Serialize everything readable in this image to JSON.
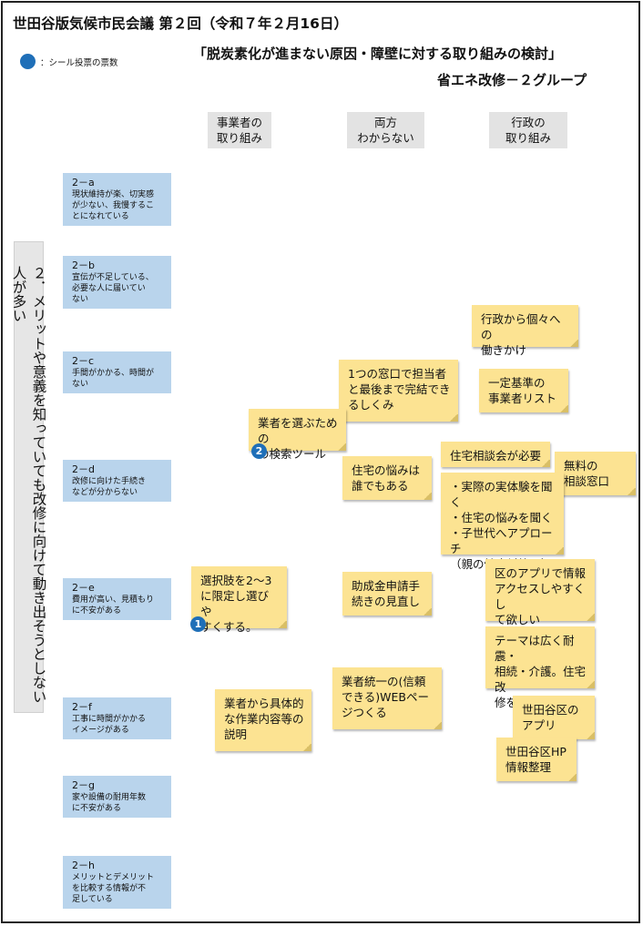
{
  "header": {
    "title": "世田谷版気候市民会議 第２回（令和７年２月16日）",
    "subtitle": "「脱炭素化が進まない原因・障壁に対する取り組みの検討」",
    "group": "省エネ改修－２グループ"
  },
  "legend": {
    "label": "：シール投票の票数"
  },
  "columns": [
    {
      "label": "事業者の\n取り組み"
    },
    {
      "label": "両方\nわからない"
    },
    {
      "label": "行政の\n取り組み"
    }
  ],
  "theme": {
    "label": "２．メリットや意義を知っていても改修に向けて動き出そうとしない人が多い"
  },
  "issues": [
    {
      "code": "2－a",
      "text": "現状維持が楽、切実感\nが少ない、我慢するこ\nとになれている"
    },
    {
      "code": "2－b",
      "text": "宣伝が不足している、\n必要な人に届いてい\nない"
    },
    {
      "code": "2－c",
      "text": "手間がかかる、時間が\nない"
    },
    {
      "code": "2－d",
      "text": "改修に向けた手続き\nなどが分からない"
    },
    {
      "code": "2－e",
      "text": "費用が高い、見積もり\nに不安がある"
    },
    {
      "code": "2－f",
      "text": "工事に時間がかかる\nイメージがある"
    },
    {
      "code": "2－g",
      "text": "家や設備の耐用年数\nに不安がある"
    },
    {
      "code": "2－h",
      "text": "メリットとデメリット\nを比較する情報が不\n足している"
    }
  ],
  "notes": [
    {
      "text": "行政から個々への\n働きかけ"
    },
    {
      "text": "1つの窓口で担当者\nと最後まで完結でき\nるしくみ"
    },
    {
      "text": "一定基準の\n事業者リスト"
    },
    {
      "text": "業者を選ぶための\nの検索ツール"
    },
    {
      "text": "住宅相談会が必要"
    },
    {
      "text": "住宅の悩みは\n誰でもある"
    },
    {
      "text": "無料の\n相談窓口"
    },
    {
      "text": "・実際の実体験を聞く\n・住宅の悩みを聞く\n・子世代へアプローチ\n（親の健康対策！）"
    },
    {
      "text": "選択肢を2～3\nに限定し選びや\nすくする。"
    },
    {
      "text": "助成金申請手\n続きの見直し"
    },
    {
      "text": "区のアプリで情報\nアクセスしやすくし\nて欲しい"
    },
    {
      "text": "テーマは広く耐震・\n相続・介護。住宅改\n修を大枠で"
    },
    {
      "text": "業者統一の(信頼\nできる)WEBペー\nジつくる"
    },
    {
      "text": "業者から具体的\nな作業内容等の\n説明"
    },
    {
      "text": "世田谷区の\nアプリ"
    },
    {
      "text": "世田谷区HP\n情報整理"
    }
  ],
  "votes": [
    {
      "count": "2"
    },
    {
      "count": "1"
    }
  ],
  "colors": {
    "blue_card": "#b9d4ec",
    "sticky": "#fce392",
    "vote_dot": "#1f6fb8",
    "header_bg": "#e3e3e3"
  }
}
